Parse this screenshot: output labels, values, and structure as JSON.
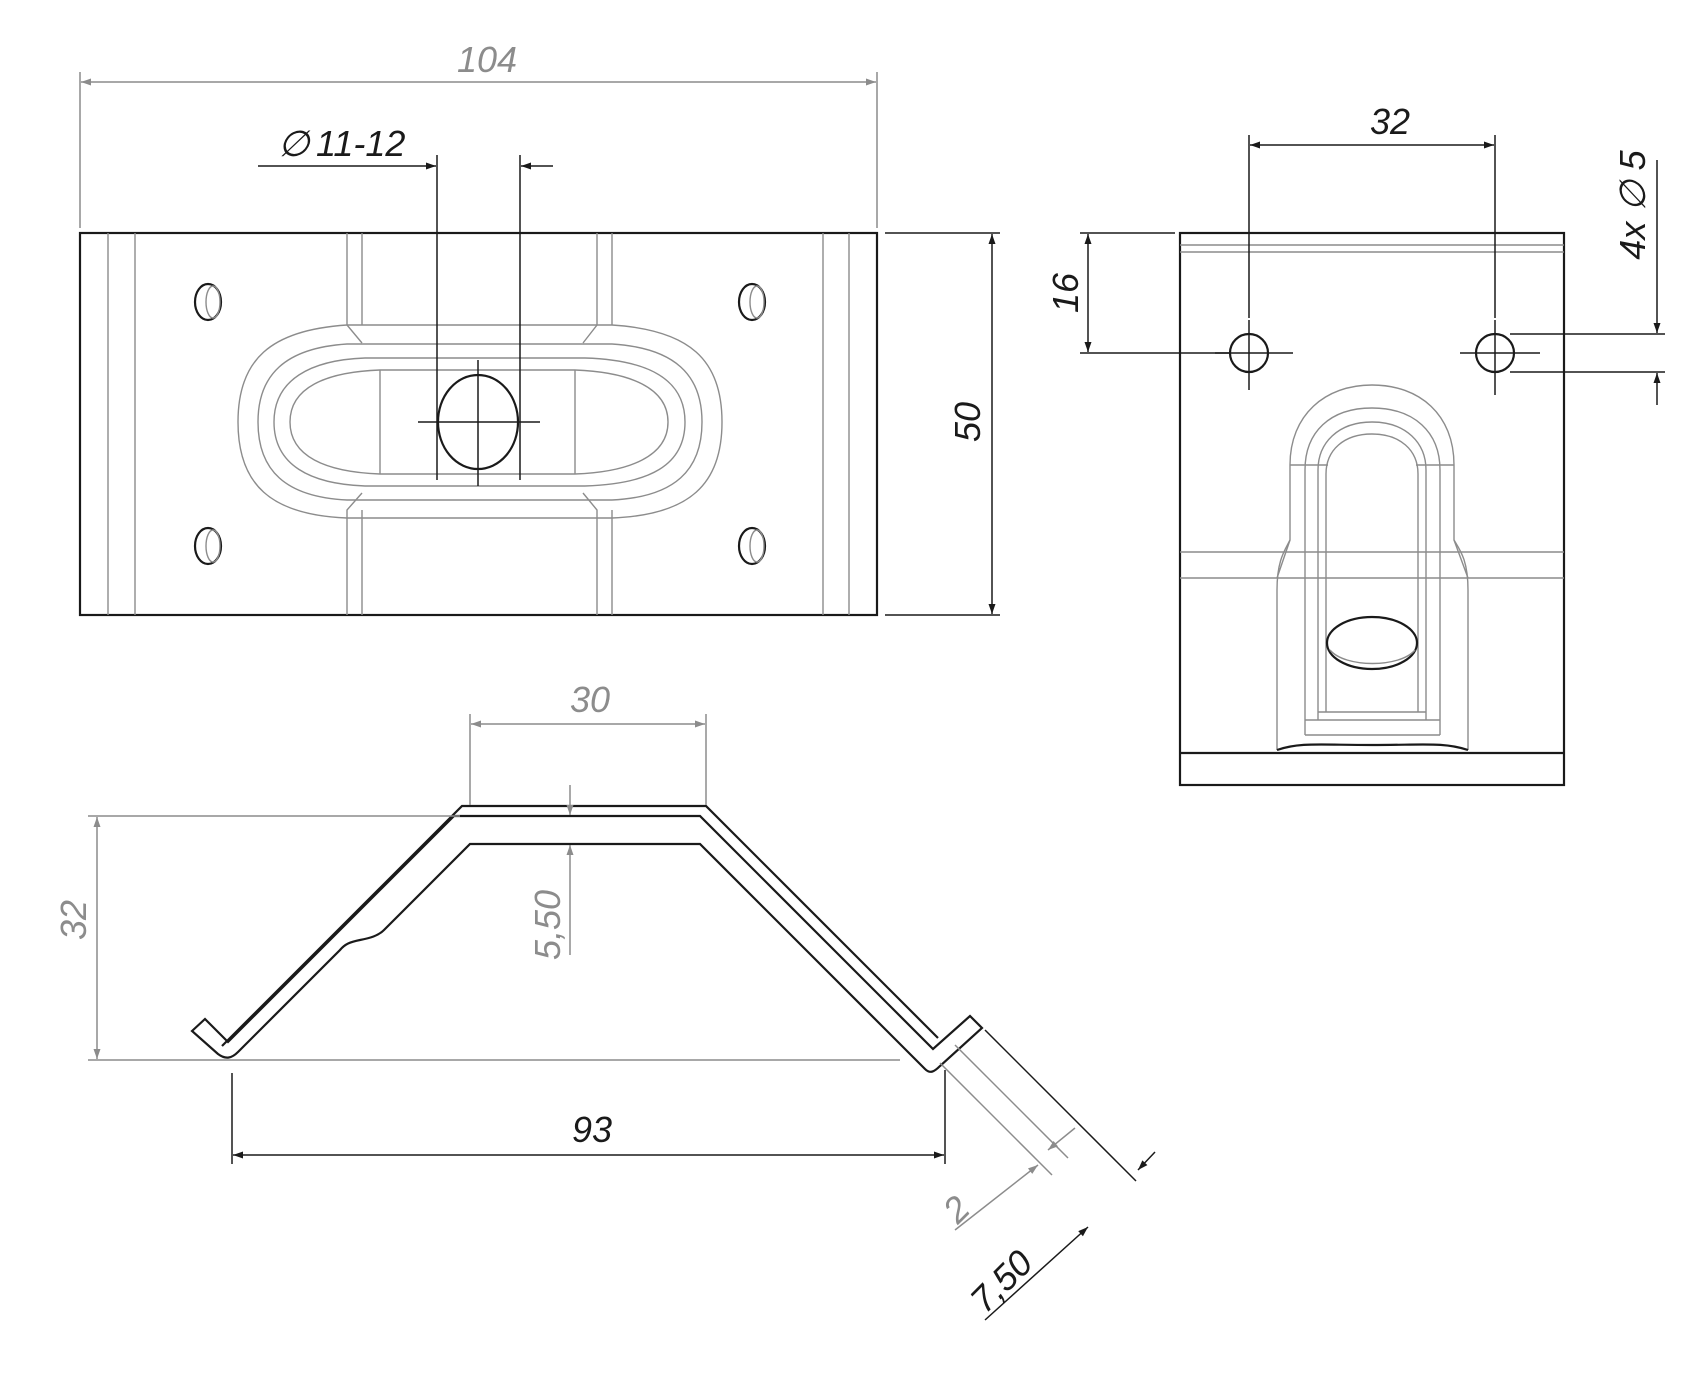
{
  "colors": {
    "outline": "#1a1a1a",
    "detail": "#8c8c8c",
    "background": "#ffffff"
  },
  "top_view": {
    "width_dim": "104",
    "height_dim": "50",
    "hole_dim": "11-12",
    "diameter_symbol": "∅"
  },
  "side_view": {
    "hole_spacing_dim": "32",
    "edge_offset_dim": "16",
    "hole_count_dim": "4x ∅ 5"
  },
  "profile_view": {
    "top_width_dim": "30",
    "height_dim": "32",
    "depth_dim": "5,50",
    "base_width_dim": "93",
    "thickness_dim": "2",
    "flange_dim": "7,50"
  }
}
